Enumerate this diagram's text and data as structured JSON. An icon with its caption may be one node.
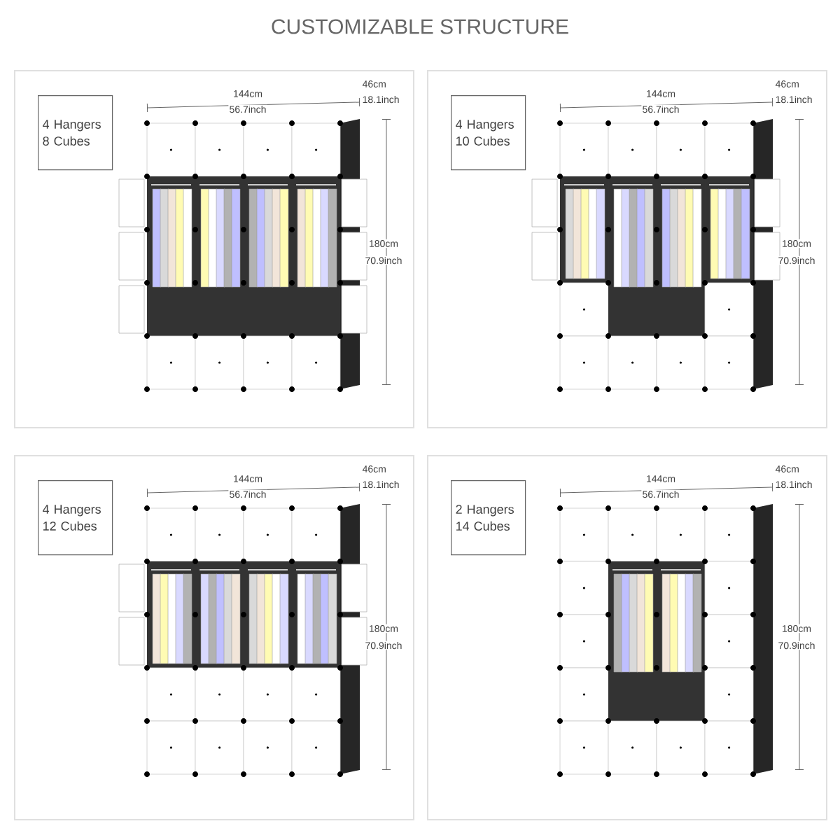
{
  "diagram": {
    "title": "CUSTOMIZABLE STRUCTURE",
    "nodes": [
      {
        "text": [],
        "shape": "box"
      },
      {
        "text": [
          "4 Hangers 8 Cubes"
        ],
        "in": 0
      },
      {
        "text": [],
        "shape": "box"
      },
      {
        "text": [
          "4 Hangers 10 Cubes"
        ],
        "in": 2
      },
      {
        "text": [],
        "shape": "box"
      },
      {
        "text": [
          "4 Hangers 12 Cubes"
        ],
        "in": 4
      },
      {
        "text": [],
        "shape": "box"
      },
      {
        "text": [
          "2 Hangers 14 Cubes"
        ],
        "in": 6
      }
    ],
    "edges": [],
    "labels": [
      "144cm",
      "56.7inch",
      "46cm",
      "18.1inch",
      "180cm",
      "70.9inch",
      "144cm",
      "56.7inch",
      "46cm",
      "18.1inch",
      "180cm",
      "70.9inch",
      "144cm",
      "56.7inch",
      "46cm",
      "18.1inch",
      "180cm",
      "70.9inch",
      "144cm",
      "56.7inch",
      "46cm",
      "18.1inch",
      "180cm",
      "70.9inch"
    ]
  }
}
